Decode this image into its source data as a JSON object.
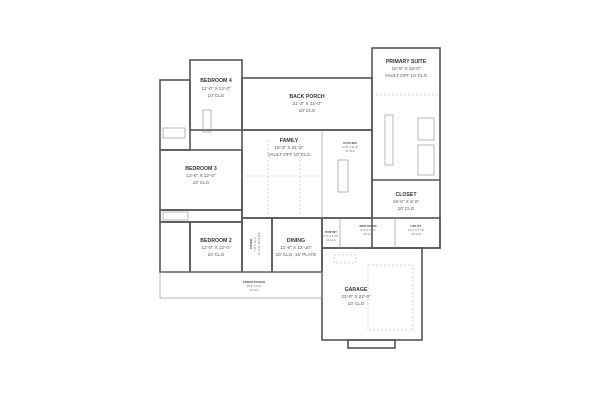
{
  "rooms": {
    "bedroom4": {
      "name": "BEDROOM 4",
      "size": "12'-0\" X 12'-0\"",
      "ceiling": "10' CLG"
    },
    "back_porch": {
      "name": "BACK PORCH",
      "size": "31'-3\" X 12'-0\"",
      "ceiling": "10' CLG"
    },
    "primary_suite": {
      "name": "PRIMARY SUITE",
      "size": "15'-6\" X 16'-0\"",
      "ceiling": "VAULT OFF 10' CLG"
    },
    "family": {
      "name": "FAMILY",
      "size": "19'-3\" X 21'-0\"",
      "ceiling": "VAULT OFF 10' CLG"
    },
    "kitchen": {
      "name": "KITCHEN",
      "size": "12'-8\" X 21'-4\"",
      "ceiling": "10' CLG"
    },
    "bedroom3": {
      "name": "BEDROOM 3",
      "size": "13'-6\" X 12'-0\"",
      "ceiling": "10' CLG"
    },
    "closet": {
      "name": "CLOSET",
      "size": "15'-6\" X 8'-6\"",
      "ceiling": "10' CLG"
    },
    "bedroom2": {
      "name": "BEDROOM 2",
      "size": "12'-0\" X 12'-0\"",
      "ceiling": "10' CLG"
    },
    "foyer": {
      "name": "FOYER",
      "size": "7'-8\" X 12'-2\"",
      "ceiling": "10' CLG, 15' PLATE"
    },
    "dining": {
      "name": "DINING",
      "size": "11'-8\" X 12'-10\"",
      "ceiling": "10' CLG, 15' PLATE"
    },
    "pantry": {
      "name": "PANTRY",
      "size": "5'-5\" X 6'-10\"",
      "ceiling": "10' CLG"
    },
    "mud_room": {
      "name": "MUD ROOM",
      "size": "9'-4\" X 6'-10\"",
      "ceiling": "10' CLG"
    },
    "utility": {
      "name": "UTILITY",
      "size": "12'-0\" X 6'-10\"",
      "ceiling": "10' CLG"
    },
    "front_porch": {
      "name": "FRONT PORCH",
      "size": "38'-4\" X 6'-6\"",
      "ceiling": "11' CLG"
    },
    "garage": {
      "name": "GARAGE",
      "size": "23'-0\" X 22'-0\"",
      "ceiling": "10' CLG"
    }
  }
}
